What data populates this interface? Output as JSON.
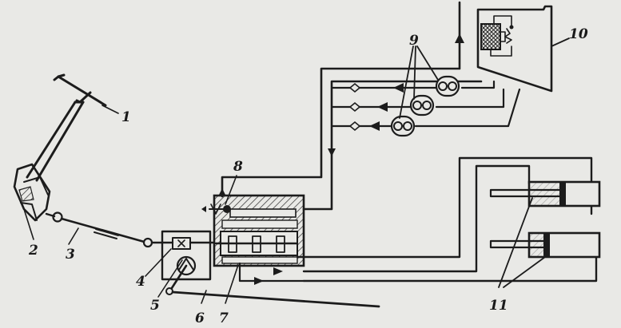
{
  "diagram": {
    "callouts": [
      {
        "id": "steering-wheel",
        "text": "1"
      },
      {
        "id": "column-gear",
        "text": "2"
      },
      {
        "id": "link-rod",
        "text": "3"
      },
      {
        "id": "lever",
        "text": "4"
      },
      {
        "id": "feedback-lever",
        "text": "5"
      },
      {
        "id": "tie-rod",
        "text": "6"
      },
      {
        "id": "valve-body",
        "text": "7"
      },
      {
        "id": "check-valve",
        "text": "8"
      },
      {
        "id": "pump-elements",
        "text": "9"
      },
      {
        "id": "oil-tank",
        "text": "10"
      },
      {
        "id": "power-cylinders",
        "text": "11"
      }
    ]
  }
}
